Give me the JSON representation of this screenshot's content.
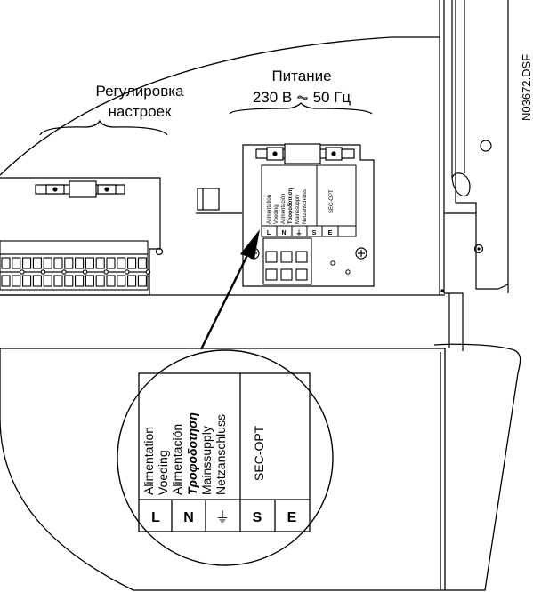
{
  "labels": {
    "adjust_line1": "Регулировка",
    "adjust_line2": "настроек",
    "power_line1": "Питание",
    "power_line2": "230 В ⏦ 50 Гц",
    "drawing_id": "N03672.DSF"
  },
  "terminal_block": {
    "lang_labels": [
      "Alimentation",
      "Voeding",
      "Alimentación",
      "Τροφοδοτηση",
      "Mainssupply",
      "Netzanschluss"
    ],
    "option_label": "SEC-OPT",
    "terminals": [
      "L",
      "N",
      "⏚",
      "S",
      "E"
    ]
  }
}
